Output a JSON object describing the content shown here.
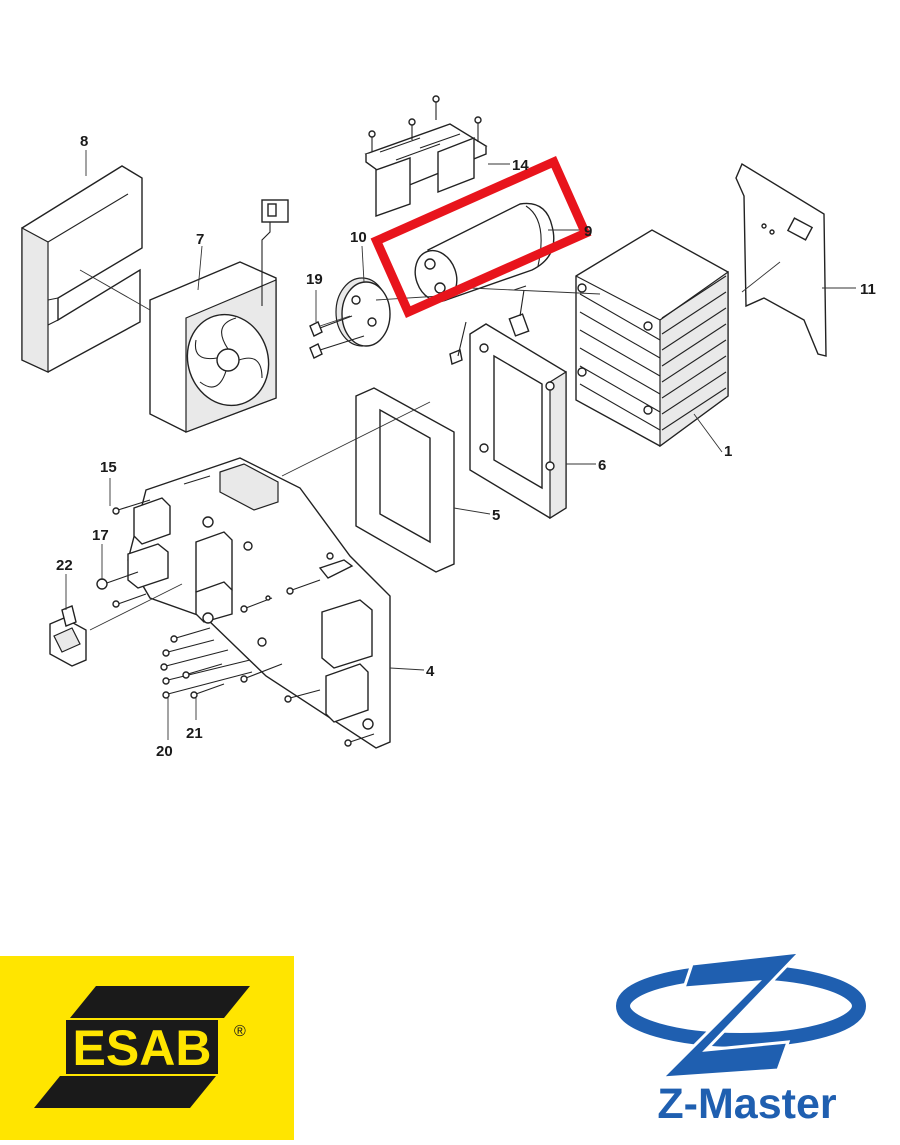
{
  "parts": [
    {
      "id": "p1",
      "label": "1"
    },
    {
      "id": "p4",
      "label": "4"
    },
    {
      "id": "p5",
      "label": "5"
    },
    {
      "id": "p6",
      "label": "6"
    },
    {
      "id": "p7",
      "label": "7"
    },
    {
      "id": "p8",
      "label": "8"
    },
    {
      "id": "p9",
      "label": "9"
    },
    {
      "id": "p10",
      "label": "10"
    },
    {
      "id": "p11",
      "label": "11"
    },
    {
      "id": "p14",
      "label": "14"
    },
    {
      "id": "p15",
      "label": "15"
    },
    {
      "id": "p17",
      "label": "17"
    },
    {
      "id": "p19",
      "label": "19"
    },
    {
      "id": "p20",
      "label": "20"
    },
    {
      "id": "p21",
      "label": "21"
    },
    {
      "id": "p22",
      "label": "22"
    }
  ],
  "highlight": {
    "part": "9",
    "color": "#e8141c"
  },
  "logos": {
    "esab": {
      "text": "ESAB",
      "registered": "®",
      "background": "#ffe500",
      "color": "#1a1a1a"
    },
    "zmaster": {
      "text": "Z-Master",
      "color": "#1f5fb0"
    }
  }
}
